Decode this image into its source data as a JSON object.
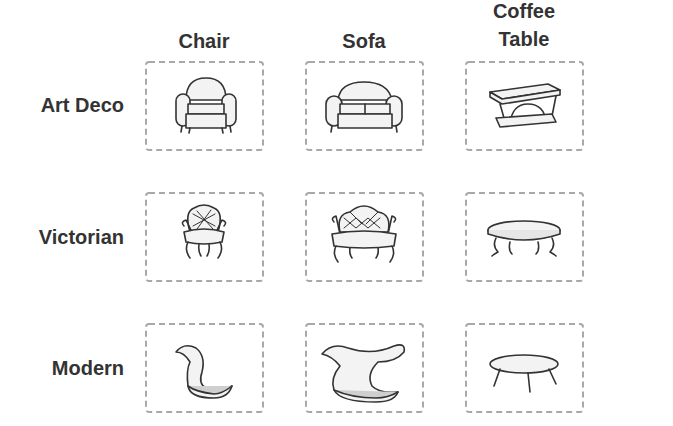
{
  "diagram": {
    "labels": [
      "Chair",
      "Sofa",
      "Coffee Table",
      "Art Deco",
      "Victorian",
      "Modern"
    ]
  }
}
